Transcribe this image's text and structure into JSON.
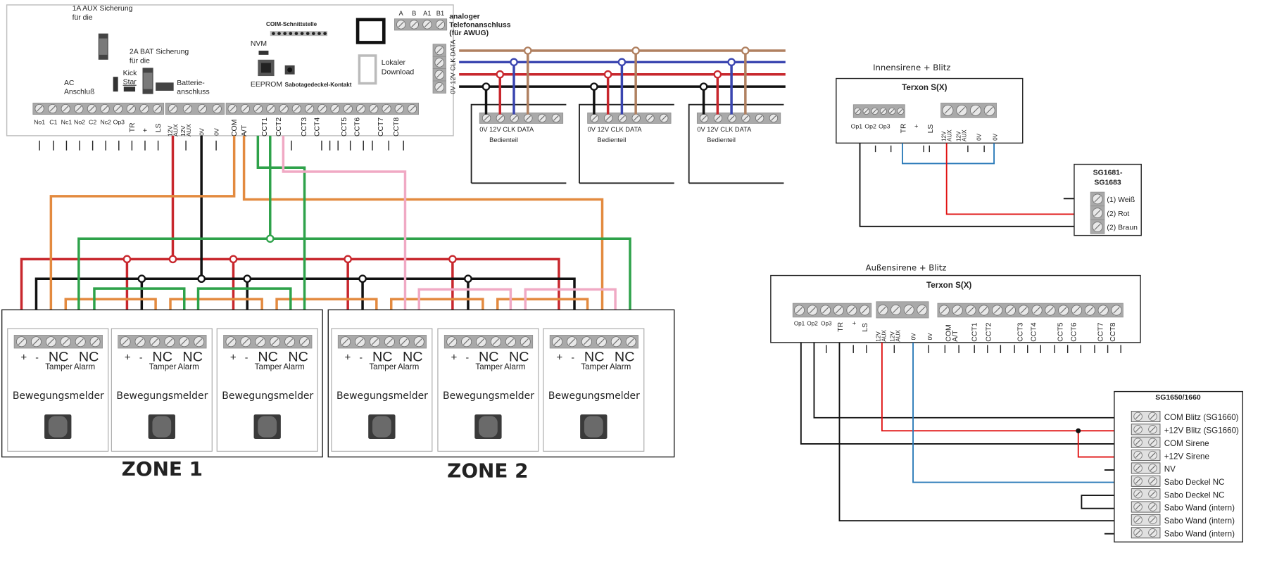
{
  "colors": {
    "red": "#c8272d",
    "black": "#111111",
    "orange": "#e38a3f",
    "green": "#2ea24a",
    "pink": "#f0a9c4",
    "brown": "#b08060",
    "blue": "#3a45b0",
    "cyan_blue": "#2a7ab8",
    "bright_red": "#e01010"
  },
  "panel": {
    "fuse_aux_label_1": "1A AUX Sicherung",
    "fuse_aux_label_2": "für die",
    "fuse_bat_label_1": "2A BAT Sicherung",
    "fuse_bat_label_2": "für die",
    "ac_label_1": "AC",
    "ac_label_2": "Anschluß",
    "kick_label_1": "Kick",
    "kick_label_2": "Star",
    "battery_label_1": "Batterie-",
    "battery_label_2": "anschluss",
    "com_label": "COIM-Schnittstelle",
    "nvm_label": "NVM",
    "eeprom_label": "EEPROM",
    "tamper_label": "Sabotagedeckel-Kontakt",
    "download_label_1": "Lokaler",
    "download_label_2": "Download",
    "phone_terminals": [
      "A",
      "B",
      "A1",
      "B1"
    ],
    "phone_label_1": "analoger",
    "phone_label_2": "Telefonanschluss",
    "phone_label_3": "(für AWUG)",
    "keypad_bus_label": "0V 12V CLK DATA",
    "terminals_left": [
      "No1",
      "C1",
      "Nc1",
      "No2",
      "C2",
      "Nc2",
      "Op3",
      "TR",
      "+",
      "LS"
    ],
    "terminals_power": [
      "12V AUX",
      "12V AUX",
      "0V",
      "0V"
    ],
    "terminals_zones": [
      "COM",
      "A/T",
      "CCT1",
      "CCT2",
      "CCT3",
      "CCT4",
      "CCT5",
      "CCT6",
      "CCT7",
      "CCT8"
    ]
  },
  "keypads": [
    {
      "terminals": "0V 12V CLK DATA",
      "label": "Bedienteil"
    },
    {
      "terminals": "0V 12V CLK DATA",
      "label": "Bedienteil"
    },
    {
      "terminals": "0V 12V CLK DATA",
      "label": "Bedienteil"
    }
  ],
  "detector": {
    "plus": "+",
    "minus": "-",
    "nc": "NC",
    "tamper": "Tamper",
    "alarm": "Alarm",
    "label": "Bewegungsmelder"
  },
  "zones": [
    {
      "title": "ZONE 1",
      "detectors": 3
    },
    {
      "title": "ZONE 2",
      "detectors": 3
    }
  ],
  "indoor_siren": {
    "heading": "Innensirene + Blitz",
    "panel_title": "Terxon S(X)",
    "terminals": [
      "Op1",
      "Op2",
      "Op3",
      "TR",
      "+",
      "LS",
      "12V AUX",
      "12V AUX",
      "0V",
      "0V"
    ],
    "device_title_1": "SG1681-",
    "device_title_2": "SG1683",
    "device_terminals": [
      "(1) Weiß",
      "(2) Rot",
      "(2) Braun"
    ]
  },
  "outdoor_siren": {
    "heading": "Außensirene + Blitz",
    "panel_title": "Terxon S(X)",
    "terminals": [
      "Op1",
      "Op2",
      "Op3",
      "TR",
      "+",
      "LS",
      "12V AUX",
      "12V AUX",
      "0V",
      "0V",
      "COM",
      "A/T",
      "CCT1",
      "CCT2",
      "CCT3",
      "CCT4",
      "CCT5",
      "CCT6",
      "CCT7",
      "CCT8"
    ],
    "device_title": "SG1650/1660",
    "device_terminals": [
      "COM Blitz (SG1660)",
      "+12V Blitz (SG1660)",
      "COM Sirene",
      "+12V Sirene",
      "NV",
      "Sabo Deckel NC",
      "Sabo Deckel NC",
      "Sabo Wand (intern)",
      "Sabo Wand (intern)",
      "Sabo Wand (intern)"
    ]
  }
}
